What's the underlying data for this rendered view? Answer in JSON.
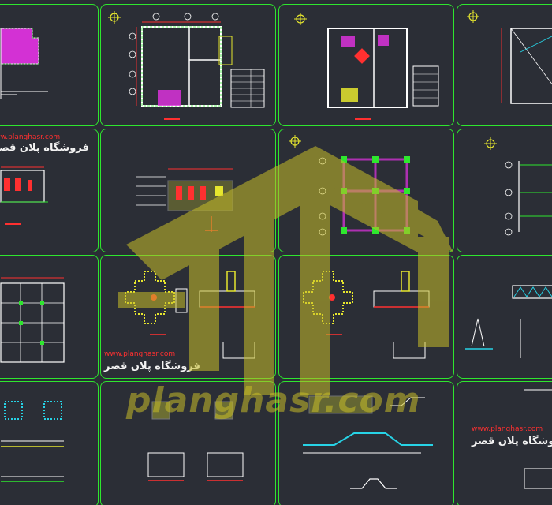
{
  "brand": {
    "watermark_url": "planghasr.com",
    "site_url": "www.planghasr.com",
    "shop_name": "فروشگاه پلان قصر"
  },
  "colors": {
    "background": "#2a2d35",
    "panel_border": "#2ee62e",
    "watermark": "#c8be28",
    "line_red": "#ff3030",
    "line_green": "#2ee62e",
    "line_cyan": "#27d3e6",
    "line_yellow": "#e6e62e",
    "hatch_magenta": "#e632e6",
    "text_white": "#f2f2f2"
  },
  "icons": [
    "compass-north-icon",
    "house-logo-watermark-icon"
  ]
}
